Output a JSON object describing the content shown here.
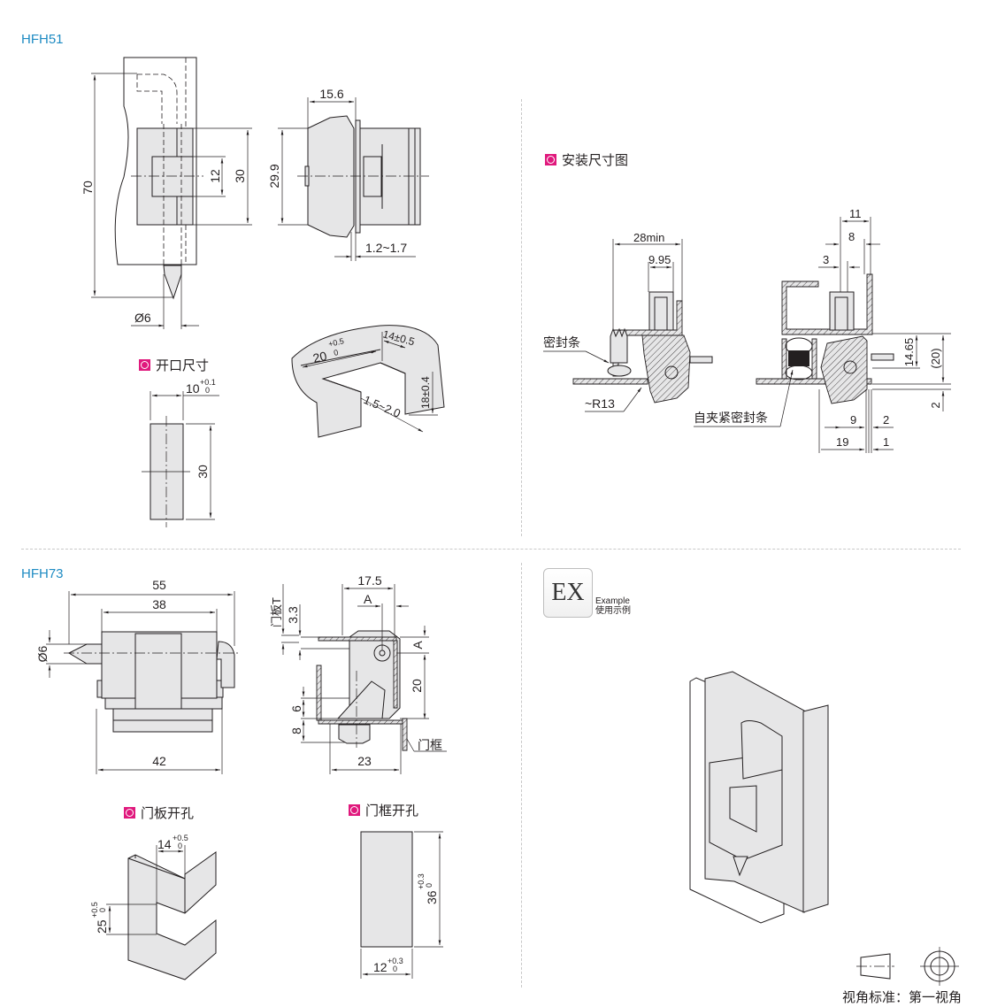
{
  "sections": {
    "hfh51": {
      "model": "HFH51",
      "front_view": {
        "height": "70",
        "body_height": "30",
        "slot": "12",
        "pin_dia": "Ø6"
      },
      "side_view": {
        "depth": "15.6",
        "height": "29.9",
        "panel_thickness": "1.2~1.7"
      },
      "cutout": {
        "title": "开口尺寸",
        "width": "10",
        "width_tol_upper": "+0.1",
        "width_tol_lower": "0",
        "height": "30"
      },
      "iso_cutout": {
        "width": "20",
        "width_tol_upper": "+0.5",
        "width_tol_lower": "0",
        "depth": "14±0.5",
        "height": "18±0.4",
        "thickness": "1.5~2.0"
      }
    },
    "install": {
      "title": "安装尺寸图",
      "left": {
        "span": "28min",
        "pin_offset": "9.95",
        "seal_label": "密封条",
        "radius": "~R13"
      },
      "right": {
        "d11": "11",
        "d8": "8",
        "d3": "3",
        "d14_65": "14.65",
        "d20": "(20)",
        "d2v": "2",
        "d9": "9",
        "d2h": "2",
        "d19": "19",
        "d1": "1",
        "seal_label": "自夹紧密封条"
      }
    },
    "hfh73": {
      "model": "HFH73",
      "front_view": {
        "overall": "55",
        "body": "38",
        "base": "42",
        "pin_dia": "Ø6"
      },
      "side_view": {
        "w17_5": "17.5",
        "a_top": "A",
        "a_side": "A",
        "t_label": "门板T",
        "d3_3": "3.3",
        "d20": "20",
        "d6": "6",
        "d8": "8",
        "d23": "23",
        "frame_label": "门框"
      },
      "door_cutout": {
        "title": "门板开孔",
        "width": "14",
        "width_tol_upper": "+0.5",
        "width_tol_lower": "0",
        "height": "25",
        "height_tol_upper": "+0.5",
        "height_tol_lower": "0"
      },
      "frame_cutout": {
        "title": "门框开孔",
        "height": "36",
        "height_tol_upper": "+0.3",
        "height_tol_lower": "0",
        "width": "12",
        "width_tol_upper": "+0.3",
        "width_tol_lower": "0"
      }
    },
    "example": {
      "badge": "EX",
      "label_en": "Example",
      "label_cn": "使用示例"
    },
    "projection": {
      "label": "视角标准：第一视角"
    }
  }
}
